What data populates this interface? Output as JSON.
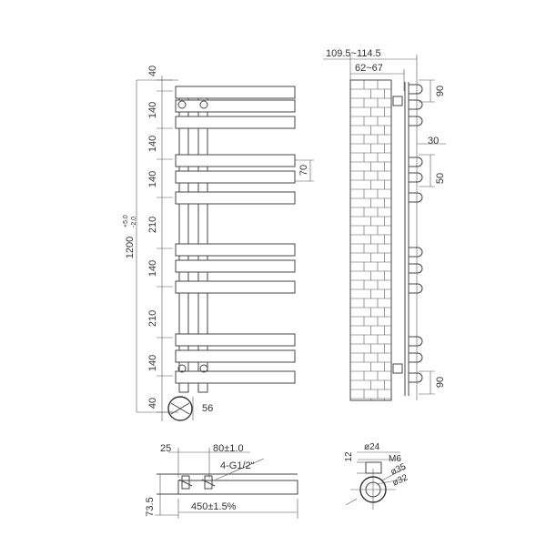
{
  "front_view": {
    "vertical_dims": [
      "40",
      "140",
      "140",
      "140",
      "210",
      "140",
      "210",
      "140",
      "40"
    ],
    "overall_height": "1200",
    "overall_tol_upper": "+5.0",
    "overall_tol_lower": "-2.0",
    "bar_height": "70",
    "valve_dim": "56"
  },
  "side_view": {
    "depth_total": "109.5~114.5",
    "depth_bracket": "62~67",
    "bracket_top": "90",
    "bracket_gap": "30",
    "bracket_mid": "50",
    "bracket_bottom": "90"
  },
  "bottom_view": {
    "offset": "25",
    "pipe_centres": "80±1.0",
    "thread": "4-G1/2\"",
    "height": "73.5",
    "width": "450±1.5%"
  },
  "detail_view": {
    "dia_top": "ø24",
    "screw": "M6",
    "height": "12",
    "dia_outer": "ø35",
    "dia_inner": "ø32"
  }
}
